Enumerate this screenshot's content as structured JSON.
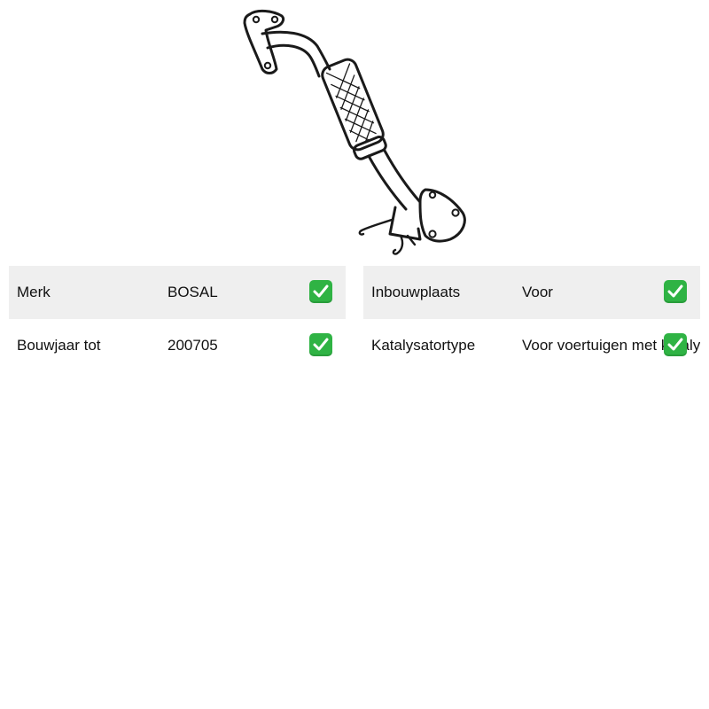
{
  "product": {
    "image_icon": "exhaust-pipe-icon"
  },
  "specs_left": [
    {
      "label": "Merk",
      "value": "BOSAL",
      "icon": "check-icon"
    },
    {
      "label": "Bouwjaar tot",
      "value": "200705",
      "icon": "check-icon"
    }
  ],
  "specs_right": [
    {
      "label": "Inbouwplaats",
      "value": "Voor",
      "icon": "check-icon"
    },
    {
      "label": "Katalysatortype",
      "value": "Voor voertuigen met katalysator",
      "icon": "check-icon"
    }
  ],
  "colors": {
    "row_shade": "#efefef",
    "check_green": "#2fb344"
  }
}
